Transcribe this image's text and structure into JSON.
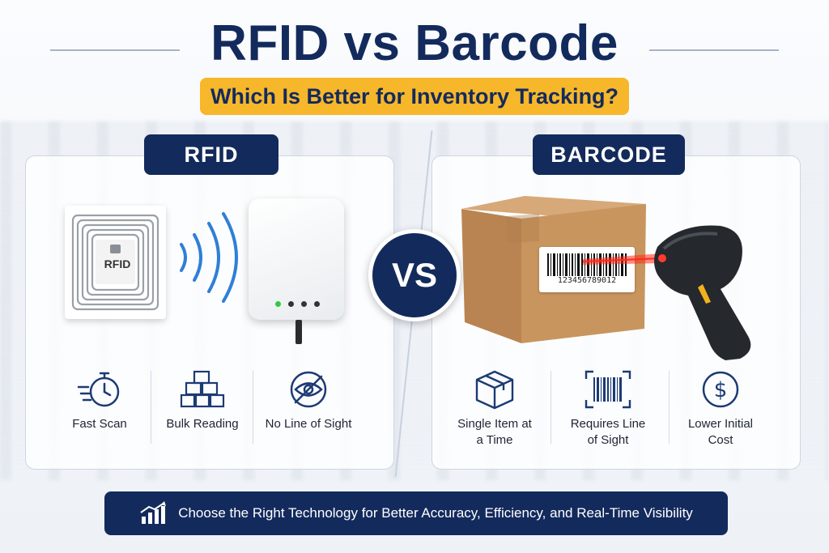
{
  "header": {
    "title": "RFID vs Barcode",
    "subtitle": "Which Is Better for Inventory Tracking?"
  },
  "vs_label": "VS",
  "rfid": {
    "tag": "RFID",
    "chip_label": "RFID",
    "features": [
      {
        "label": "Fast Scan",
        "icon": "stopwatch-icon"
      },
      {
        "label": "Bulk Reading",
        "icon": "stacked-boxes-icon"
      },
      {
        "label": "No Line of Sight",
        "icon": "no-eye-icon"
      }
    ]
  },
  "barcode": {
    "tag": "BARCODE",
    "digits": "123456789012",
    "features": [
      {
        "label": "Single Item at a Time",
        "icon": "single-box-icon"
      },
      {
        "label": "Requires Line of Sight",
        "icon": "barcode-scan-icon"
      },
      {
        "label": "Lower Initial Cost",
        "icon": "dollar-icon"
      }
    ]
  },
  "banner": {
    "text": "Choose the Right Technology for Better Accuracy, Efficiency, and Real-Time Visibility",
    "icon": "growth-chart-icon"
  },
  "colors": {
    "navy": "#132a5c",
    "accent_yellow": "#f6b72b",
    "signal_blue": "#2f7fd6",
    "laser_red": "#ff2a1a"
  }
}
